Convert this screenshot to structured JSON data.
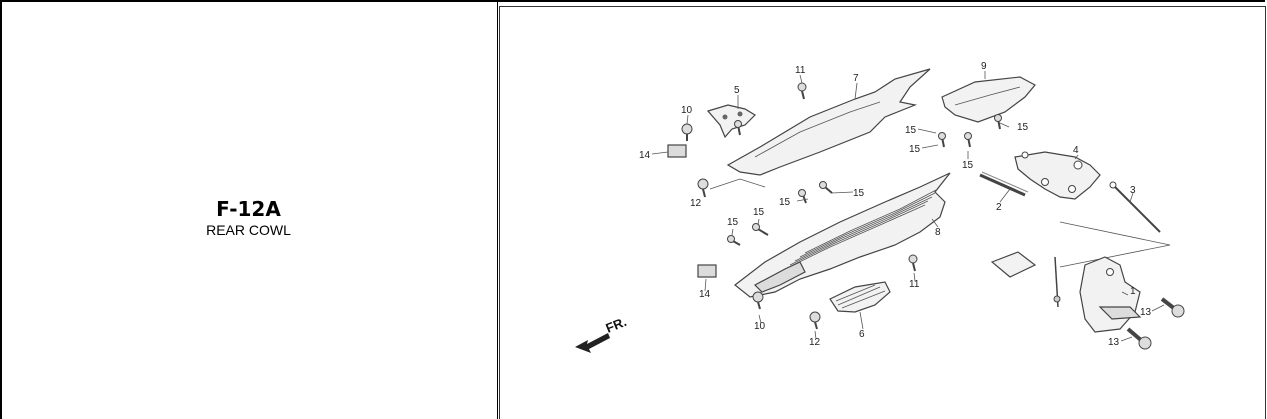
{
  "section": {
    "code": "F-12A",
    "title": "REAR COWL"
  },
  "diagram": {
    "direction_label": "FR.",
    "callouts": {
      "c1": "1",
      "c2": "2",
      "c3": "3",
      "c4": "4",
      "c5": "5",
      "c6": "6",
      "c7": "7",
      "c8": "8",
      "c9": "9",
      "c10a": "10",
      "c10b": "10",
      "c11a": "11",
      "c11b": "11",
      "c12a": "12",
      "c12b": "12",
      "c13a": "13",
      "c13b": "13",
      "c14a": "14",
      "c14b": "14",
      "c15a": "15",
      "c15b": "15",
      "c15c": "15",
      "c15d": "15",
      "c15e": "15",
      "c15f": "15",
      "c15g": "15",
      "c15h": "15"
    }
  }
}
